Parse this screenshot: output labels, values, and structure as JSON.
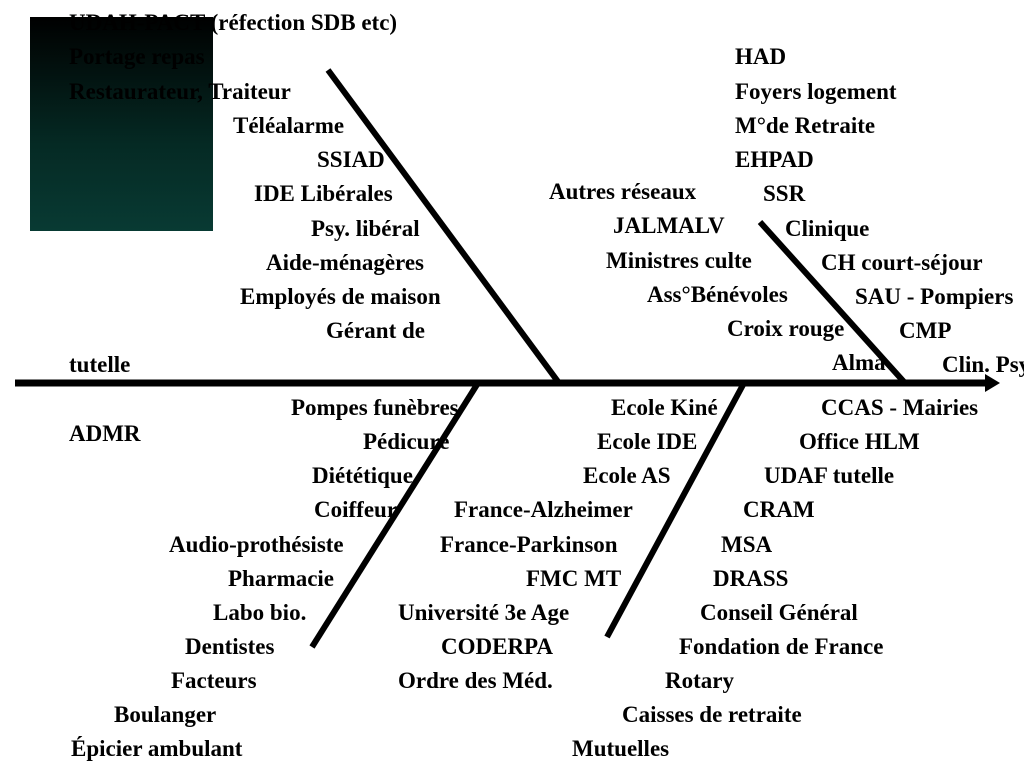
{
  "colors": {
    "square": "#052a24",
    "ink": "#000000"
  },
  "left_upper": [
    "UDAH-PACT (réfection SDB etc)",
    "Portage repas",
    "Restaurateur, Traiteur",
    "Téléalarme",
    "SSIAD",
    "IDE Libérales",
    "Psy. libéral",
    "Aide-ménagères",
    "Employés de maison",
    "Gérant de",
    "tutelle"
  ],
  "left_lower": [
    "ADMR",
    "Pompes funèbres",
    "Pédicure",
    "Diététique",
    "Coiffeur",
    "Audio-prothésiste",
    "Pharmacie",
    "Labo bio.",
    "Dentistes",
    "Facteurs",
    "Boulanger",
    "Épicier ambulant"
  ],
  "middle_upper": [
    "Autres réseaux",
    "JALMALV",
    "Ministres culte",
    "Ass°Bénévoles",
    "Croix rouge"
  ],
  "middle_lower": [
    "France-Alzheimer",
    "France-Parkinson",
    "FMC MT",
    "Université 3e Age",
    "CODERPA",
    "Ordre des Méd."
  ],
  "right_upper": [
    "HAD",
    "Foyers logement",
    "M°de Retraite",
    "EHPAD",
    "SSR",
    "Clinique",
    "CH court-séjour",
    "SAU - Pompiers",
    "CMP",
    "Alma",
    "Clin. Psy"
  ],
  "schools": [
    "Ecole Kiné",
    "Ecole IDE",
    "Ecole AS"
  ],
  "right_lower": [
    "CCAS - Mairies",
    "Office HLM",
    "UDAF tutelle",
    "CRAM",
    "MSA",
    "DRASS",
    "Conseil Général",
    "Fondation de France",
    "Rotary",
    "Caisses de retraite",
    "Mutuelles"
  ]
}
